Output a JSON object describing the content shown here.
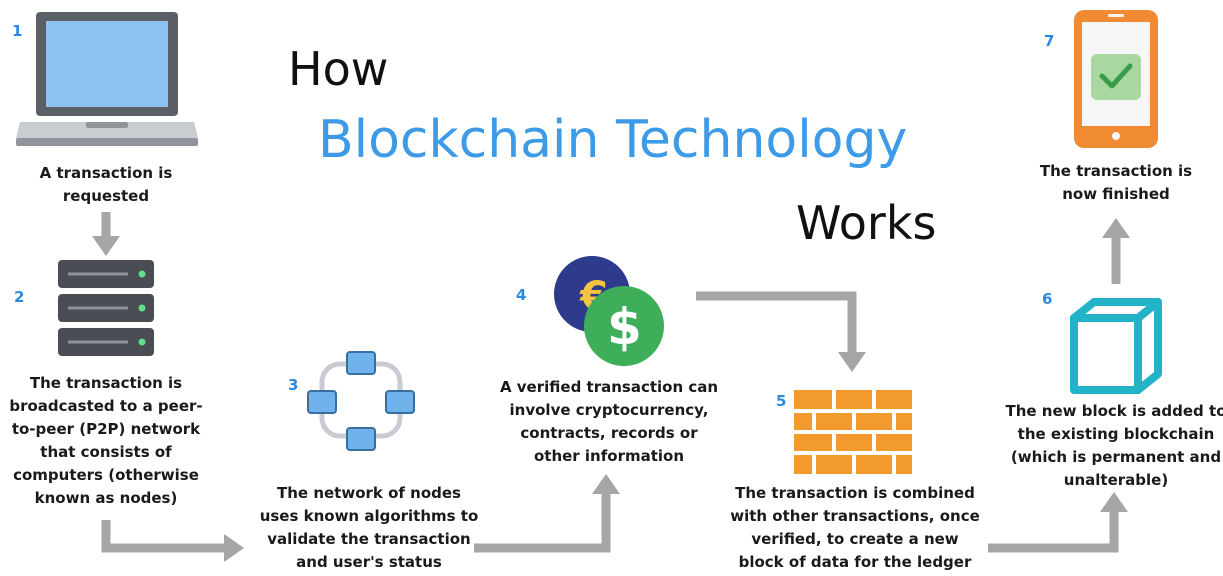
{
  "title": {
    "line1": "How",
    "line2": "Blockchain Technology",
    "line3": "Works",
    "accent_color": "#3d9ae6",
    "text_color": "#111111"
  },
  "colors": {
    "arrow": "#a6a6a6",
    "step_number": "#2a8ae0",
    "laptop_screen": "#8fc3f2",
    "laptop_body": "#5b5f66",
    "server": "#4a4e54",
    "node": "#6fb3ec",
    "euro_coin": "#2e3a8c",
    "euro_symbol": "#f5c542",
    "dollar_coin": "#3fae5a",
    "brick": "#f29a2e",
    "block": "#23b3c8",
    "phone": "#f08a33",
    "check_bg": "#a8d8a0",
    "check": "#3a9b4a"
  },
  "steps": [
    {
      "number": "1",
      "icon": "laptop-icon",
      "caption": "A transaction is\nrequested"
    },
    {
      "number": "2",
      "icon": "server-icon",
      "caption": "The transaction is\nbroadcasted to a peer-\nto-peer (P2P) network\nthat consists of\ncomputers (otherwise\nknown as nodes)"
    },
    {
      "number": "3",
      "icon": "network-nodes-icon",
      "caption": "The network of nodes\nuses known algorithms to\nvalidate the transaction\nand user's status"
    },
    {
      "number": "4",
      "icon": "currency-coins-icon",
      "caption": "A verified transaction can\ninvolve cryptocurrency,\ncontracts, records or\nother information"
    },
    {
      "number": "5",
      "icon": "brick-wall-icon",
      "caption": "The transaction is combined\nwith other transactions, once\nverified, to create a new\nblock of data for the ledger"
    },
    {
      "number": "6",
      "icon": "cube-block-icon",
      "caption": "The new block is added to\nthe existing blockchain\n(which is permanent and\nunalterable)"
    },
    {
      "number": "7",
      "icon": "phone-check-icon",
      "caption": "The transaction is\nnow finished"
    }
  ],
  "symbols": {
    "euro": "€",
    "dollar": "$"
  }
}
